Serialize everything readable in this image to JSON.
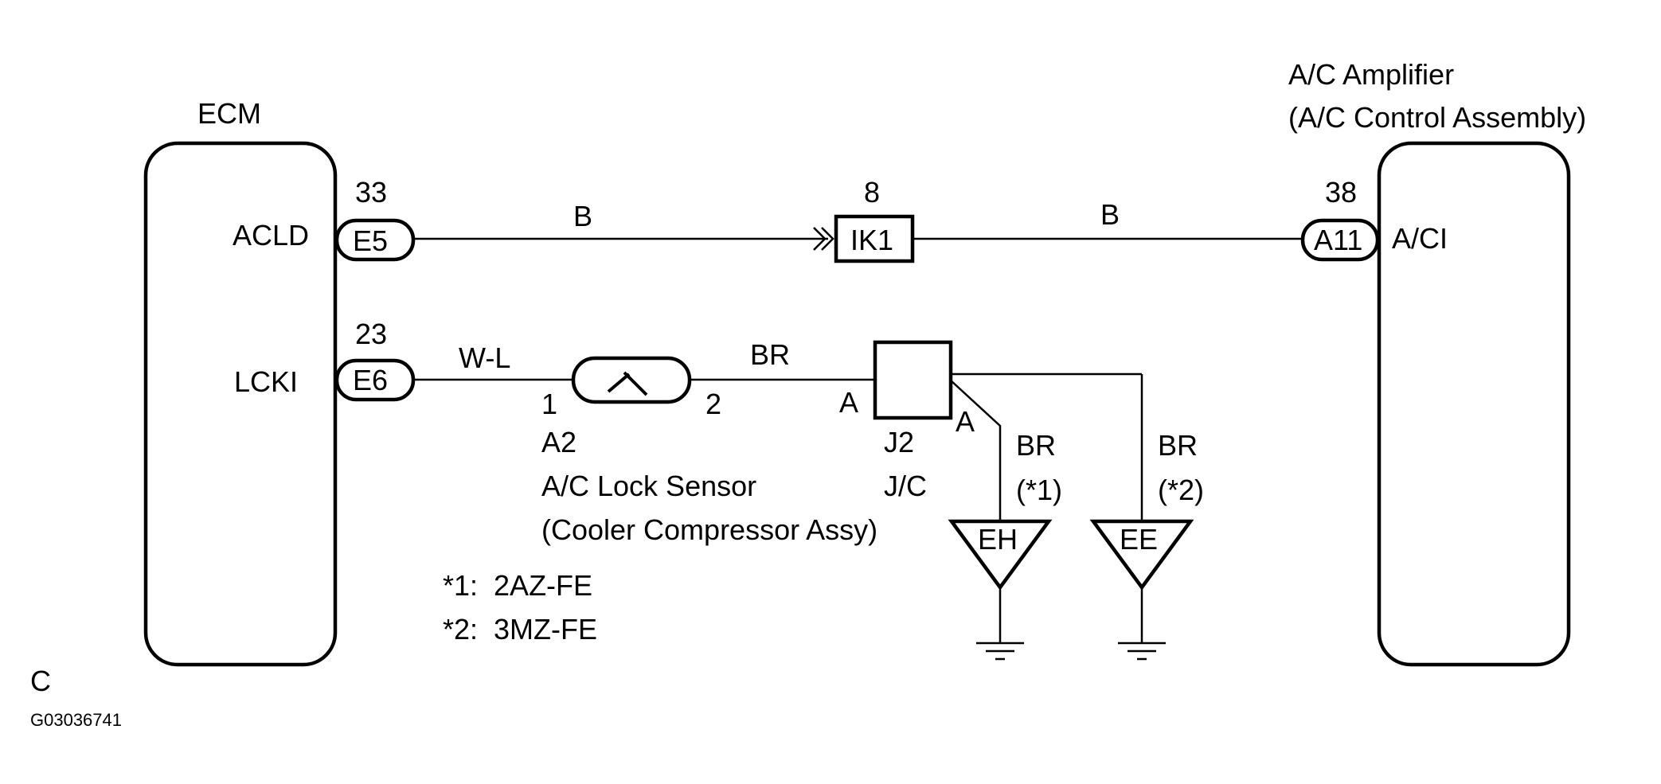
{
  "ecm": {
    "title": "ECM",
    "pin_acld": "ACLD",
    "pin_lcki": "LCKI"
  },
  "amplifier": {
    "title_line1": "A/C Amplifier",
    "title_line2": "(A/C Control Assembly)",
    "pin_aci": "A/CI"
  },
  "connectors": {
    "e5": {
      "id": "E5",
      "pin": "33"
    },
    "e6": {
      "id": "E6",
      "pin": "23"
    },
    "a11": {
      "id": "A11",
      "pin": "38"
    },
    "ik1": {
      "id": "IK1",
      "pin": "8"
    }
  },
  "wires": {
    "acld_left": "B",
    "acld_right": "B",
    "lcki_left": "W-L",
    "lcki_right": "BR",
    "ground_eh": "BR",
    "ground_ee": "BR"
  },
  "sensor": {
    "pin1": "1",
    "pin2": "2",
    "connector": "A2",
    "name_line1": "A/C Lock Sensor",
    "name_line2": "(Cooler Compressor Assy)"
  },
  "junction": {
    "pin_left": "A",
    "pin_right": "A",
    "id": "J2",
    "type": "J/C"
  },
  "grounds": {
    "eh": {
      "id": "EH",
      "variant": "(*1)"
    },
    "ee": {
      "id": "EE",
      "variant": "(*2)"
    }
  },
  "notes": {
    "note1": "*1:  2AZ-FE",
    "note2": "*2:  3MZ-FE"
  },
  "footer": {
    "letter": "C",
    "code": "G03036741"
  }
}
